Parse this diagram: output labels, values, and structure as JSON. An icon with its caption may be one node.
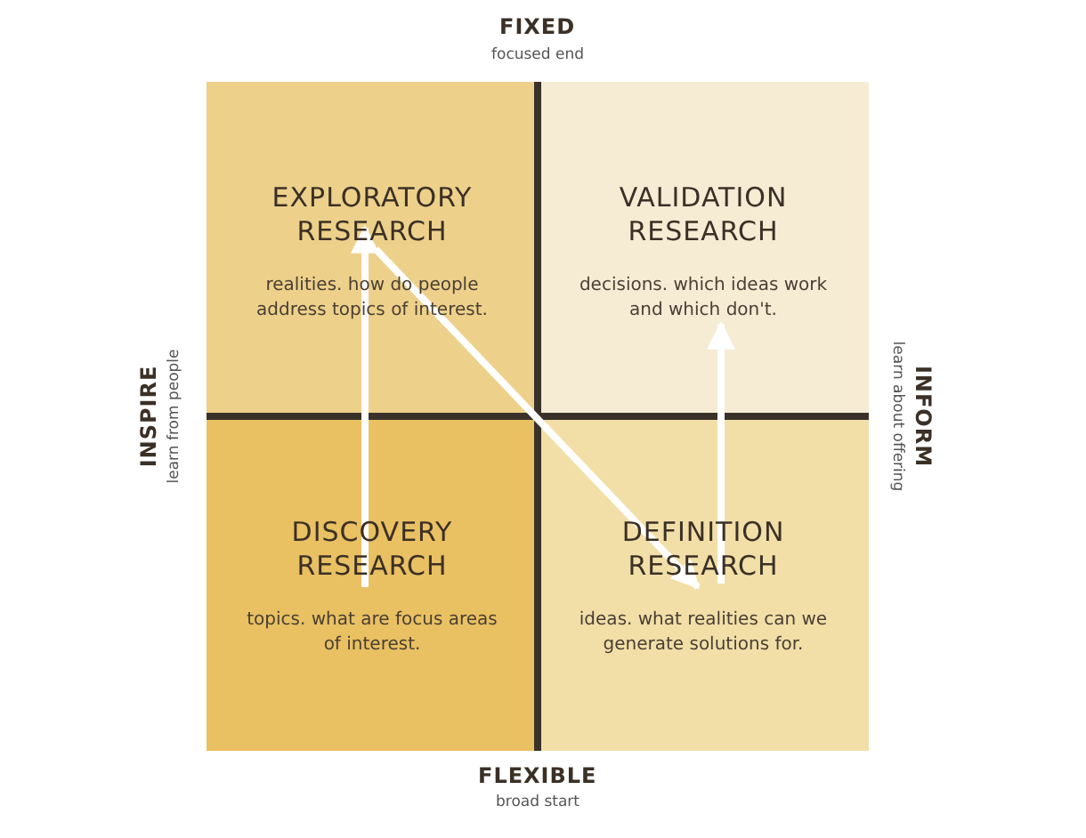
{
  "diagram": {
    "nodes": [
      {
        "text": [
          "EXPLORATORY RESEARCH",
          "realities. how do people address topics of interest."
        ]
      },
      {
        "text": [
          "VALIDATION RESEARCH",
          "decisions. which ideas work and which don't."
        ]
      },
      {
        "text": [
          "DISCOVERY RESEARCH",
          "topics. what are focus areas of interest."
        ]
      },
      {
        "text": [
          "DEFINITION RESEARCH",
          "ideas. what realities can we generate solutions for."
        ]
      }
    ],
    "edges": [
      {
        "from": 2,
        "to": 0,
        "arrow": "to"
      },
      {
        "from": 0,
        "to": 3,
        "arrow": "to"
      },
      {
        "from": 3,
        "to": 1,
        "arrow": "to"
      }
    ],
    "labels": [
      "FIXED",
      "focused end",
      "INSPIRE",
      "learn from people",
      "INFORM",
      "learn about offering",
      "FLEXIBLE",
      "broad start"
    ]
  }
}
